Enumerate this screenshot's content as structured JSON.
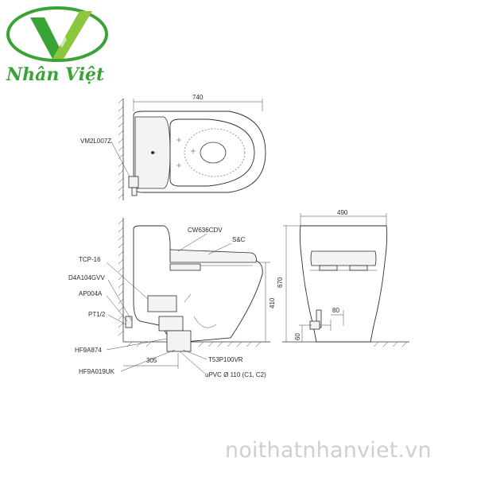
{
  "brand": {
    "name": "Nhân Việt",
    "website": "noithatnhanviet.vn",
    "colors": {
      "green": "#3aa335",
      "light_green": "#8cc63f",
      "watermark_gray": "#cfcfcf"
    },
    "icon": "nv-logo-icon"
  },
  "top_view": {
    "width_dim": "740",
    "labels": {
      "valve": "VM2L007Z"
    }
  },
  "side_view": {
    "labels": {
      "cover": "CW636CDV",
      "seat": "S&C",
      "tcp": "TCP-16",
      "d4": "D4A104GVV",
      "ap": "AP004A",
      "pt": "PT1/2",
      "hf874": "HF9A874",
      "hf019": "HF9A019UK",
      "t53": "T53P100VR",
      "upvc": "uPVC Ø 110 (C1, C2)"
    },
    "dims": {
      "d305": "305",
      "d410": "410"
    }
  },
  "front_view": {
    "dims": {
      "d490": "490",
      "d670": "670",
      "d80": "80",
      "d60": "60"
    }
  }
}
